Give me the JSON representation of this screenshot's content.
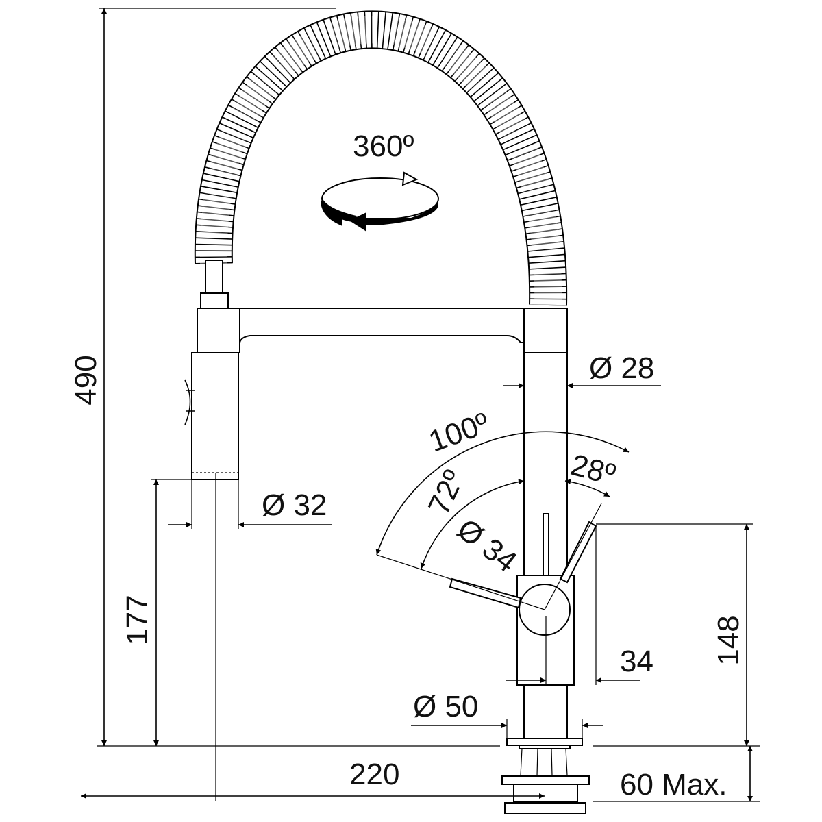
{
  "labels": {
    "height_total": "490",
    "rotation": "360º",
    "spout_diameter": "Ø 28",
    "lever_angle_total": "100º",
    "lever_angle_right": "28º",
    "lever_angle_left": "72º",
    "lever_diameter": "Ø 34",
    "spray_diameter": "Ø 32",
    "spray_height": "177",
    "lever_height": "148",
    "lever_offset": "34",
    "base_diameter": "Ø 50",
    "reach": "220",
    "deck_thickness": "60 Max."
  }
}
